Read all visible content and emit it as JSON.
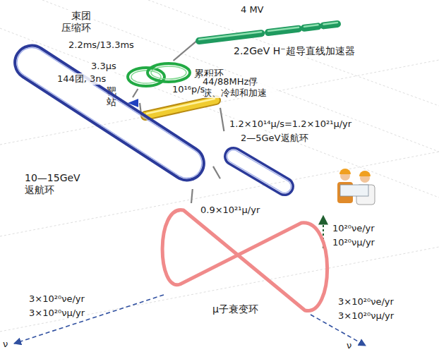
{
  "diagram": {
    "nodes": [
      {
        "text": [
          "2.2GeV H⁻超导直线加速器"
        ]
      },
      {
        "text": [
          "束团压缩环"
        ]
      },
      {
        "text": [
          "累积环"
        ]
      },
      {
        "text": [
          "靶站"
        ]
      },
      {
        "text": [
          "44/88MHz俘获、冷却和加速"
        ]
      },
      {
        "text": [
          "2—5GeV返航环"
        ]
      },
      {
        "text": [
          "10—15GeV返航环"
        ]
      },
      {
        "text": [
          "μ子衰变环"
        ]
      }
    ],
    "edges": [
      {
        "from": 0,
        "to": 2,
        "arrow": "none"
      },
      {
        "from": 1,
        "to": 3,
        "arrow": "none"
      },
      {
        "from": 3,
        "to": 4,
        "arrow": "none"
      },
      {
        "from": 4,
        "to": 5,
        "arrow": "none"
      },
      {
        "from": 5,
        "to": 6,
        "arrow": "none"
      },
      {
        "from": 6,
        "to": 7,
        "arrow": "none"
      }
    ],
    "labels": [
      "4 MV",
      "2.2ms/13.3ms",
      "3.3μs",
      "144团, 3ns",
      "10¹⁶p/s",
      "1.2×10¹⁴μ/s=1.2×10²¹μ/yr",
      "0.9×10²¹μ/yr",
      "10²⁰νe/yr",
      "10²⁰νμ/yr",
      "3×10²⁰νe/yr",
      "3×10²⁰νμ/yr",
      "3×10²⁰νe/yr",
      "3×10²⁰νμ/yr",
      "ν",
      "ν"
    ]
  }
}
